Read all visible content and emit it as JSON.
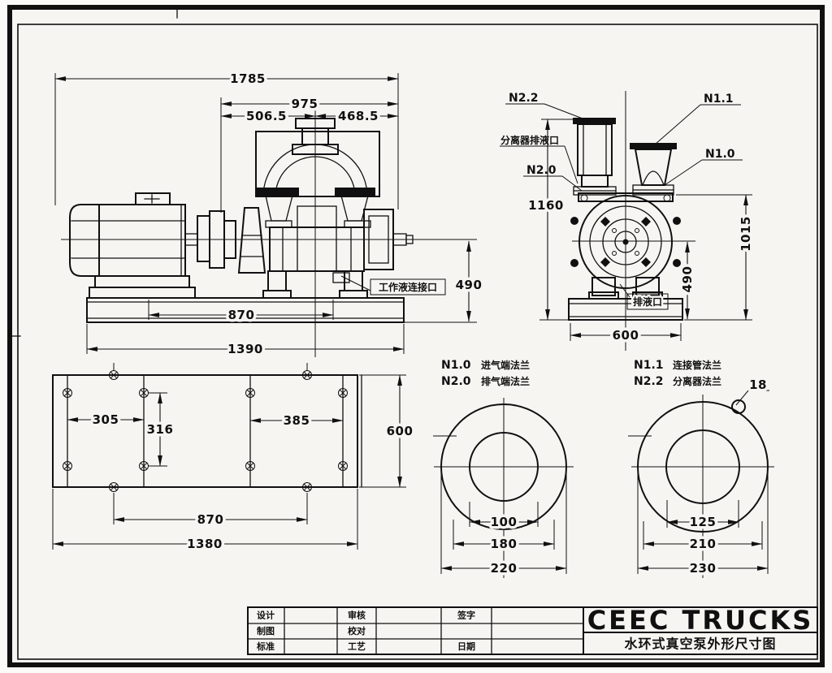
{
  "colors": {
    "paper": "#f6f5f2",
    "paper_outer": "#fbfaf8",
    "ink": "#101010"
  },
  "side_view": {
    "dims": {
      "overall_length": "1785",
      "upper_width": "975",
      "upper_left": "506.5",
      "upper_right": "468.5",
      "shaft_height": "490",
      "foot_span": "870",
      "base_length": "1390"
    },
    "labels": {
      "working_liquid_port": "工作液连接口"
    }
  },
  "end_view": {
    "dims": {
      "separator_height": "1160",
      "overall_height": "1015",
      "shaft_height": "490",
      "base_width": "600"
    },
    "nozzles": {
      "n22": "N2.2",
      "n11": "N1.1",
      "n20": "N2.0",
      "n10": "N1.0"
    },
    "labels": {
      "separator_drain_port": "分离器排液口",
      "drain_port": "排液口"
    }
  },
  "base_plan": {
    "dims": {
      "left_bolt_spacing": "305",
      "cross_bolt_spacing": "316",
      "right_bolt_spacing": "385",
      "plate_width": "600",
      "bolt_span": "870",
      "plate_length": "1380"
    }
  },
  "flange_left": {
    "legend": [
      {
        "code": "N1.0",
        "name": "进气端法兰"
      },
      {
        "code": "N2.0",
        "name": "排气端法兰"
      }
    ],
    "dims": {
      "bore": "100",
      "bolt_circle": "180",
      "outer": "220"
    }
  },
  "flange_right": {
    "legend": [
      {
        "code": "N1.1",
        "name": "连接管法兰"
      },
      {
        "code": "N2.2",
        "name": "分离器法兰"
      }
    ],
    "dims": {
      "bore": "125",
      "bolt_circle": "210",
      "outer": "230",
      "bolt_hole": "18"
    }
  },
  "title_block": {
    "brand": "CEEC TRUCKS",
    "drawing_title": "水环式真空泵外形尺寸图",
    "row1": {
      "c1": "设计",
      "c2": "审核",
      "c3": "签字"
    },
    "row2": {
      "c1": "制图",
      "c2": "校对",
      "c3": ""
    },
    "row3": {
      "c1": "标准",
      "c2": "工艺",
      "c3": "日期"
    }
  }
}
